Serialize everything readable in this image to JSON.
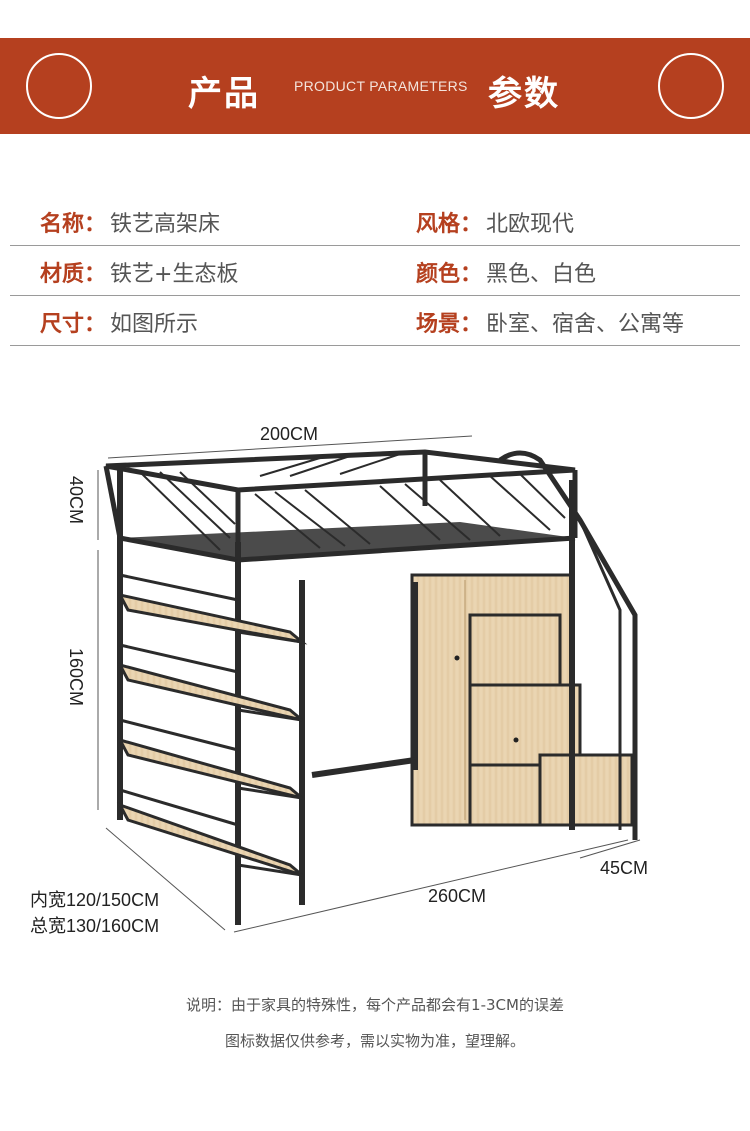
{
  "banner": {
    "title_left": "产品",
    "subtitle": "PRODUCT PARAMETERS",
    "title_right": "参数"
  },
  "params": [
    [
      {
        "key": "名称：",
        "value": "铁艺高架床"
      },
      {
        "key": "风格：",
        "value": "北欧现代"
      }
    ],
    [
      {
        "key": "材质：",
        "value": "铁艺+生态板"
      },
      {
        "key": "颜色：",
        "value": "黑色、白色"
      }
    ],
    [
      {
        "key": "尺寸：",
        "value": "如图所示"
      },
      {
        "key": "场景：",
        "value": "卧室、宿舍、公寓等"
      }
    ]
  ],
  "dimensions": {
    "length_top": "200CM",
    "rail_height": "40CM",
    "frame_height": "160CM",
    "length_bottom": "260CM",
    "stair_depth": "45CM",
    "inner_width": "内宽120/150CM",
    "total_width": "总宽130/160CM"
  },
  "note": {
    "line1": "说明：由于家具的特殊性，每个产品都会有1-3CM的误差",
    "line2": "图标数据仅供参考，需以实物为准，望理解。"
  }
}
